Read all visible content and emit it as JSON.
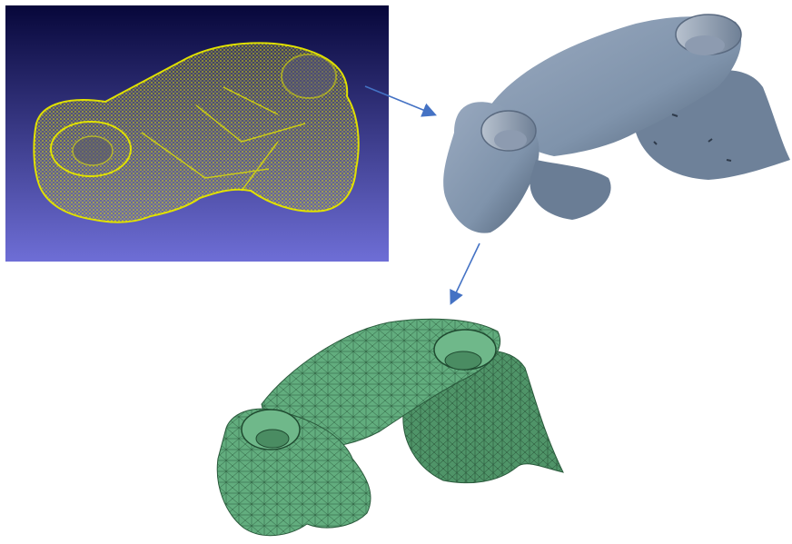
{
  "figure": {
    "stages": [
      {
        "id": "point-cloud",
        "style": "wireframe-point-cloud"
      },
      {
        "id": "solid-model",
        "style": "shaded-solid"
      },
      {
        "id": "fe-mesh",
        "style": "tetrahedral-mesh"
      }
    ]
  },
  "colors": {
    "viewer_bg_top": "#07073a",
    "viewer_bg_bottom": "#6e6ed6",
    "point_cloud": "#e0e000",
    "solid_body": "#7f93ab",
    "solid_shadow": "#4f6075",
    "mesh_fill": "#62ad7e",
    "mesh_lines": "#2a5a3c",
    "arrow": "#4472c4"
  },
  "icons": {
    "arrow_1": "arrow-right-down-icon",
    "arrow_2": "arrow-down-left-icon"
  }
}
